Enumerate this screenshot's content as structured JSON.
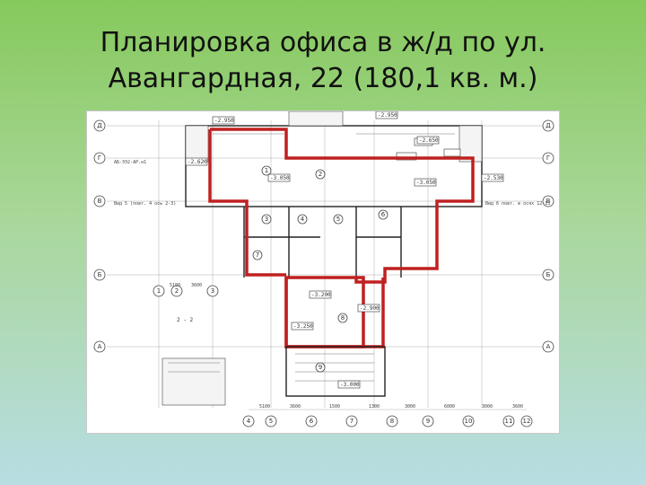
{
  "slide": {
    "title_line1": "Планировка офиса в ж/д по ул.",
    "title_line2": "Авангардная, 22 (180,1 кв. м.)"
  },
  "plan": {
    "axis_left": [
      "Д",
      "Г",
      "В",
      "Б",
      "А"
    ],
    "axis_bottom": [
      "1",
      "2",
      "3",
      "4",
      "5",
      "6",
      "7",
      "8",
      "9",
      "10",
      "11",
      "12"
    ],
    "axis_right": [
      "Д",
      "Г",
      "В",
      "Б",
      "А"
    ],
    "levels": [
      "-2.950",
      "-2.950",
      "-2.650",
      "-2.620",
      "-2.530",
      "-3.050",
      "-3.050",
      "-3.200",
      "-2.900",
      "-3.250",
      "-3.000"
    ],
    "room_numbers": [
      "1",
      "2",
      "3",
      "4",
      "5",
      "6",
      "7",
      "8",
      "9"
    ],
    "dims_bottom": [
      "5100",
      "3600",
      "1500",
      "1300",
      "3000",
      "6000",
      "3000",
      "3600"
    ],
    "section_label": "2 - 2",
    "notes": [
      "Вид 5 (повт. 4 ось 2-3)",
      "Вид 6 повт. в осях 12-13",
      "АБ-ЭЭ2-АР.н1"
    ]
  }
}
